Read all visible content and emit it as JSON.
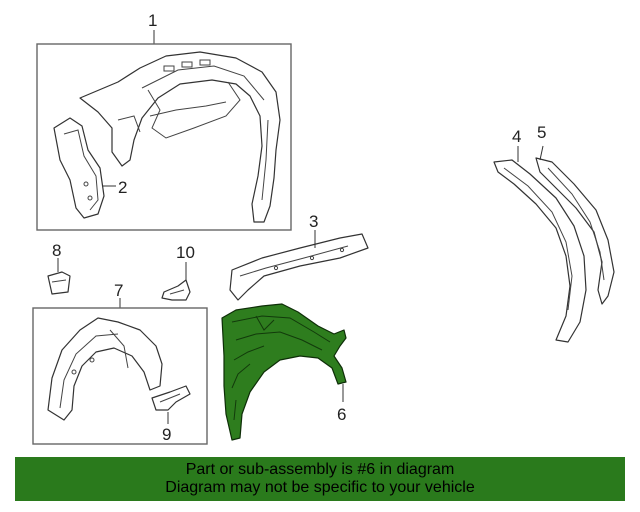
{
  "callouts": {
    "c1": "1",
    "c2": "2",
    "c3": "3",
    "c4": "4",
    "c5": "5",
    "c6": "6",
    "c7": "7",
    "c8": "8",
    "c9": "9",
    "c10": "10"
  },
  "highlight": {
    "part_number": "6",
    "color": "#2e7d1e"
  },
  "banner": {
    "line1": "Part or sub-assembly is #6 in diagram",
    "line2": "Diagram may not be specific to your vehicle",
    "color": "#2a7a1c"
  }
}
